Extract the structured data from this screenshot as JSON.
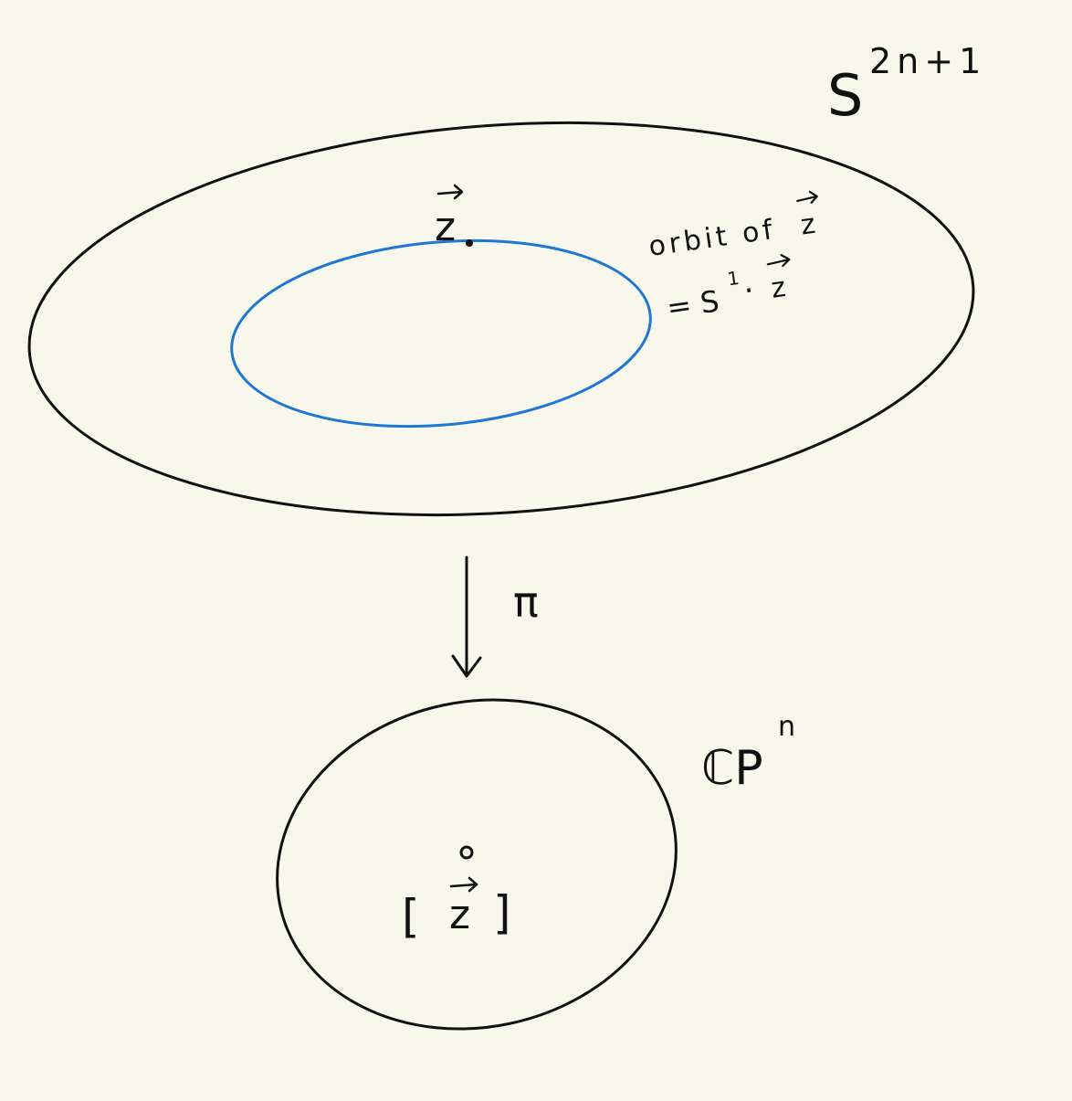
{
  "diagram": {
    "sphere": {
      "label_base": "S",
      "label_exponent": "2n+1",
      "stroke_color": "#111111"
    },
    "orbit": {
      "label_line1": "orbit of ",
      "label_line2_prefix": "= S",
      "label_line2_exponent": "1",
      "label_line2_dot": "·",
      "point_symbol": "z",
      "stroke_color": "#1f77d4"
    },
    "point_z": {
      "symbol": "z"
    },
    "projection": {
      "label": "π"
    },
    "projective_space": {
      "label_base": "ℂP",
      "label_exponent": "n",
      "stroke_color": "#111111"
    },
    "class_point": {
      "open_bracket": "[",
      "symbol": "z",
      "close_bracket": "]"
    },
    "background_color": "#f8f7ec"
  }
}
